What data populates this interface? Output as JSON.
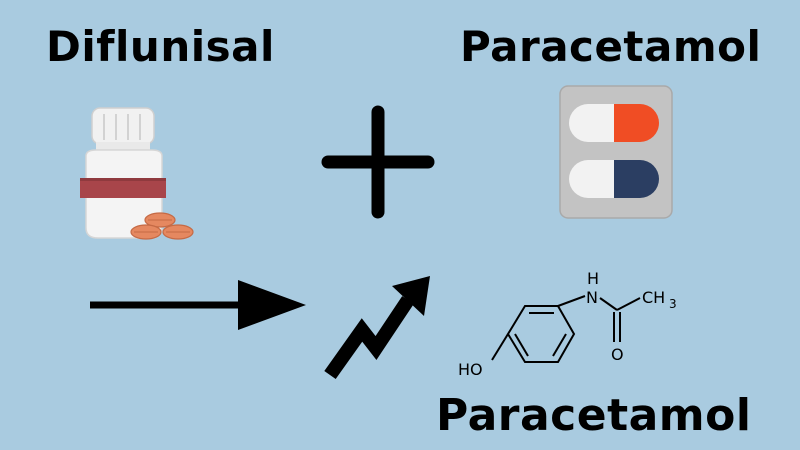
{
  "labels": {
    "drug_a": "Diflunisal",
    "drug_b": "Paracetamol",
    "result": "Paracetamol"
  },
  "structure_atoms": {
    "nitrogen": "N",
    "hydrogen": "H",
    "oxygen": "O",
    "methyl": "CH",
    "methyl_subscript": "3",
    "hydroxyl": "HO"
  },
  "colors": {
    "background": "#a9cbe0",
    "pill_red": "#f04d24",
    "pill_navy": "#2b3e62",
    "bottle_band": "#a8454a",
    "tablet": "#e58860"
  },
  "icons": [
    "pill-bottle-icon",
    "plus-icon",
    "capsule-blister-icon",
    "right-arrow-icon",
    "trend-up-arrow-icon"
  ]
}
